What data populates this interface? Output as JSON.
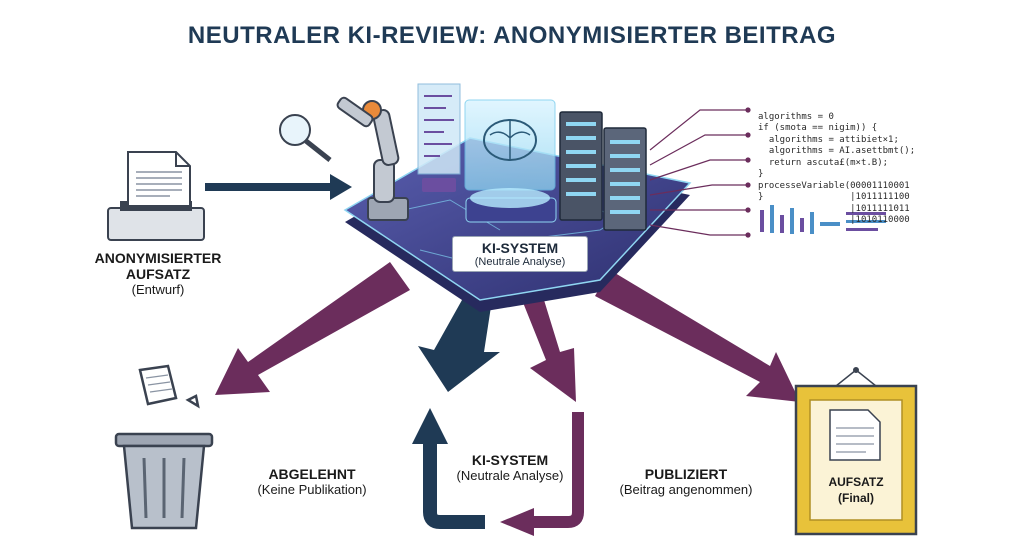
{
  "title": "NEUTRALER KI-REVIEW: ANONYMISIERTER BEITRAG",
  "input": {
    "line1": "ANONYMISIERTER",
    "line2": "AUFSATZ",
    "sub": "(Entwurf)"
  },
  "system_top": {
    "title": "KI-SYSTEM",
    "sub": "(Neutrale Analyse)"
  },
  "rejected": {
    "title": "ABGELEHNT",
    "sub": "(Keine Publikation)"
  },
  "system_loop": {
    "title": "KI-SYSTEM",
    "sub": "(Neutrale Analyse)"
  },
  "published": {
    "title": "PUBLIZIERT",
    "sub": "(Beitrag angenommen)"
  },
  "final": {
    "line1": "AUFSATZ",
    "line2": "(Final)"
  },
  "code_lines": [
    "algorithms = 0",
    "if (smota == nigim)) {",
    "  algorithms = attibiet×1;",
    "  algorithms = AI.asettbmt();",
    "  return ascuta£(m×t.B);",
    "}",
    "processeVariable(00001110001",
    "}                |1011111100",
    "                 |1011111011",
    "                 |1010110000"
  ],
  "colors": {
    "navy": "#1f3a55",
    "plum": "#6b2d5c",
    "platform": "#3b3f86",
    "gold": "#e8c23a"
  }
}
